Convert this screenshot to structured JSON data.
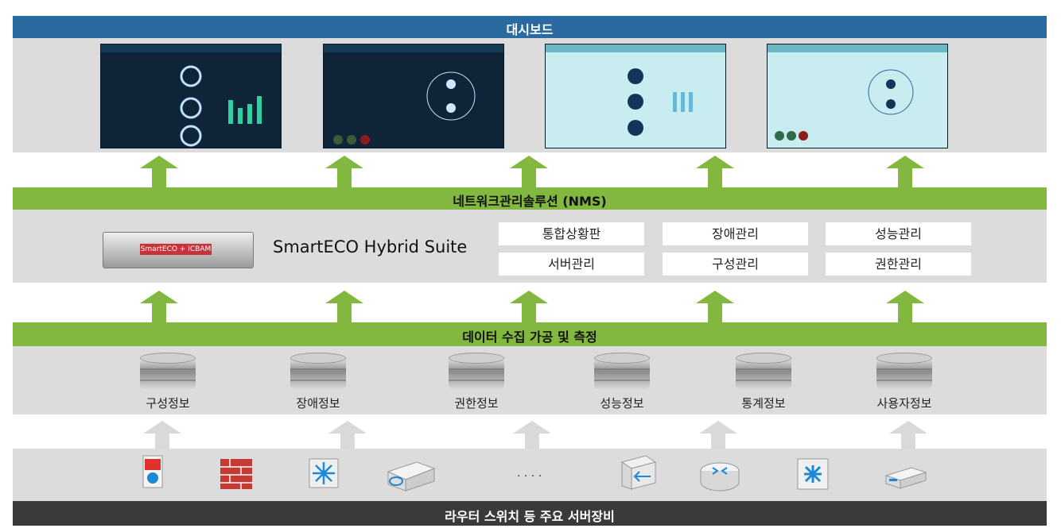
{
  "dashboard_title": "대시보드",
  "nms_title": "네트워크관리솔루션 (NMS)",
  "product": {
    "name": "SmartECO Hybrid Suite",
    "server_brand": "SmartECO + ICBAM"
  },
  "nms_functions": [
    "통합상황판",
    "장애관리",
    "성능관리",
    "서버관리",
    "구성관리",
    "권한관리"
  ],
  "collect_title": "데이터 수집 가공 및 측정",
  "data_stores": [
    "구성정보",
    "장애정보",
    "권한정보",
    "성능정보",
    "통계정보",
    "사용자정보"
  ],
  "device_ellipsis": "· · · ·",
  "bottom_title": "라우터 스위치 등 주요 서버장비",
  "colors": {
    "blue": "#2b6aa1",
    "green": "#82b83f",
    "gray": "#dcdcdc",
    "dark": "#3a3a3a"
  }
}
